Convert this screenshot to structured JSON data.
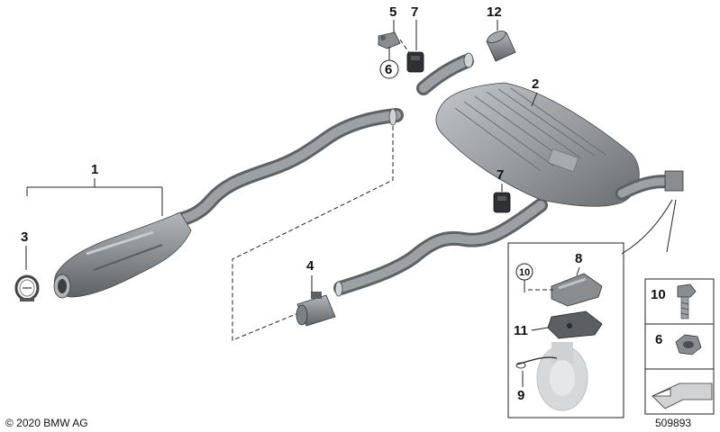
{
  "callouts": {
    "c1": "1",
    "c2": "2",
    "c3": "3",
    "c4": "4",
    "c5": "5",
    "c6_top": "6",
    "c7_top": "7",
    "c7_mid": "7",
    "c8": "8",
    "c9": "9",
    "c10_inset": "10",
    "c11": "11",
    "c12": "12",
    "c10_side": "10",
    "c6_side": "6"
  },
  "copyright": "© 2020 BMW AG",
  "diagram_number": "509893",
  "colors": {
    "part_fill": "#8a8d90",
    "part_light": "#b8bbbe",
    "part_dark": "#5c5f62",
    "ghost": "#d6d8da",
    "frame": "#222222"
  }
}
